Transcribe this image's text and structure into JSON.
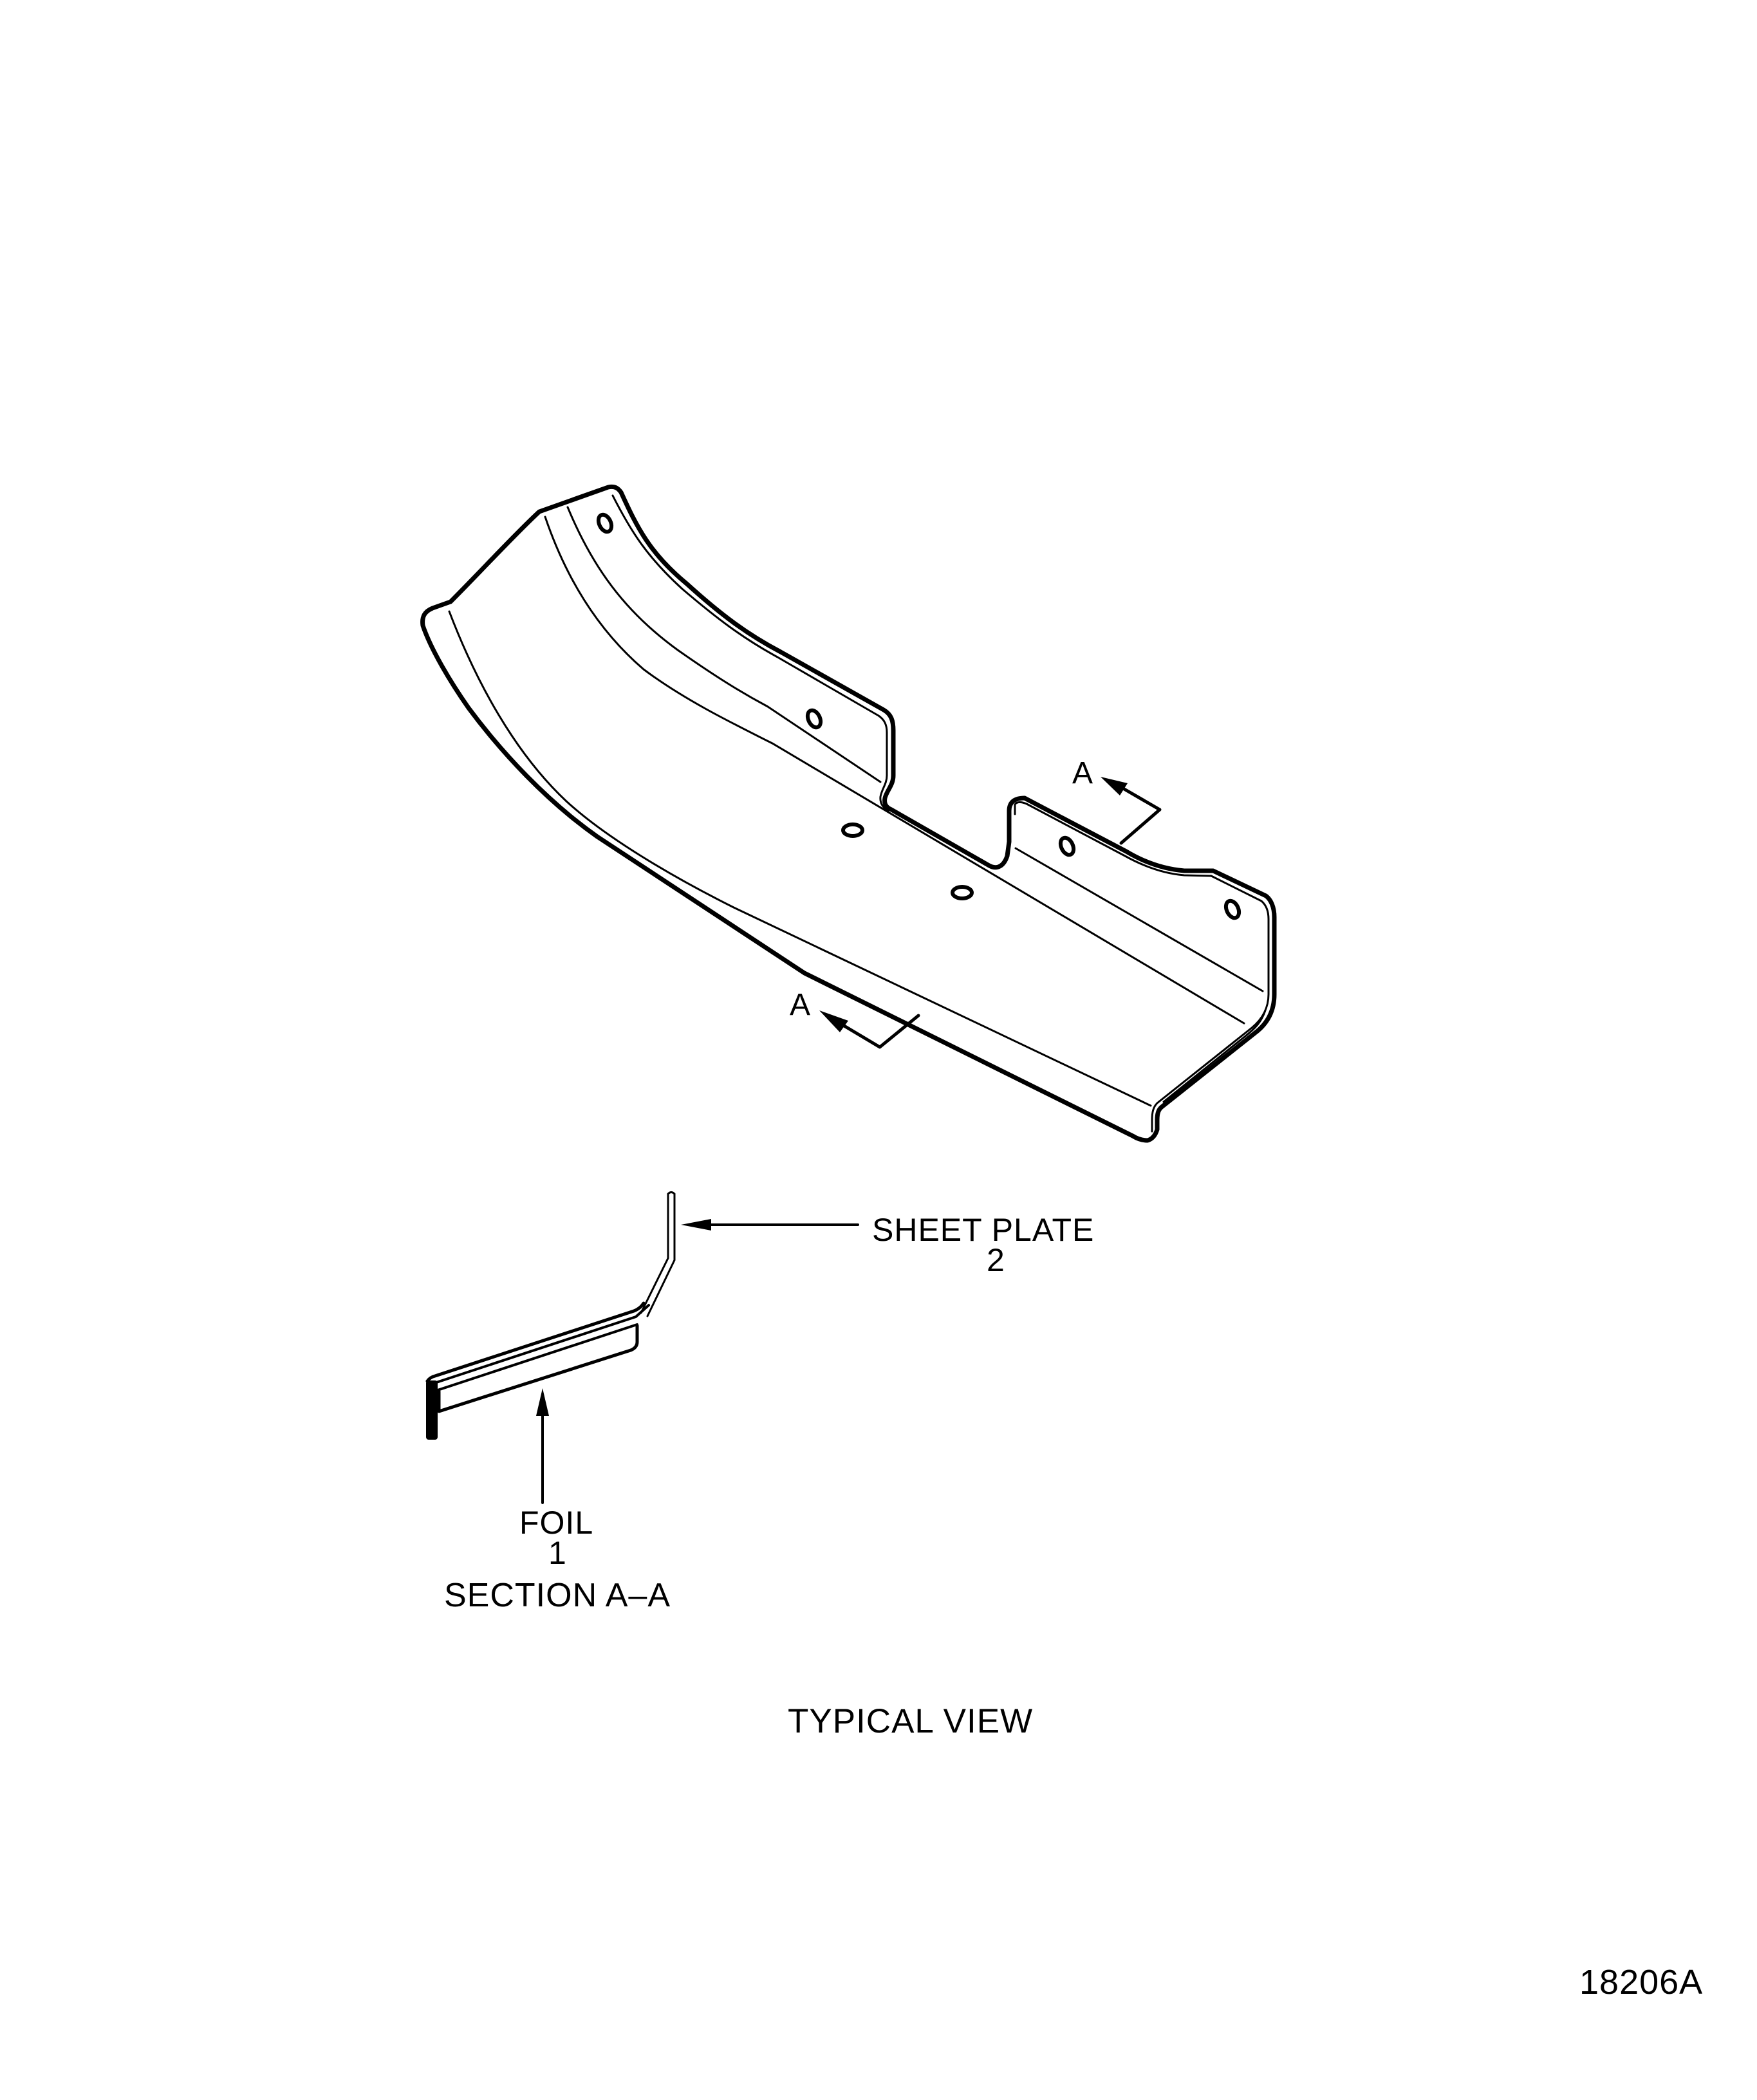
{
  "drawing": {
    "part_view": {
      "section_markers": [
        {
          "letter": "A",
          "position": "upper-right"
        },
        {
          "letter": "A",
          "position": "lower-left"
        }
      ],
      "hole_count": 6
    },
    "section_view": {
      "callouts": [
        {
          "name": "SHEET PLATE",
          "item_number": "2"
        },
        {
          "name": "FOIL",
          "item_number": "1"
        }
      ],
      "title": "SECTION A–A"
    },
    "view_title": "TYPICAL VIEW",
    "figure_id": "18206A"
  }
}
